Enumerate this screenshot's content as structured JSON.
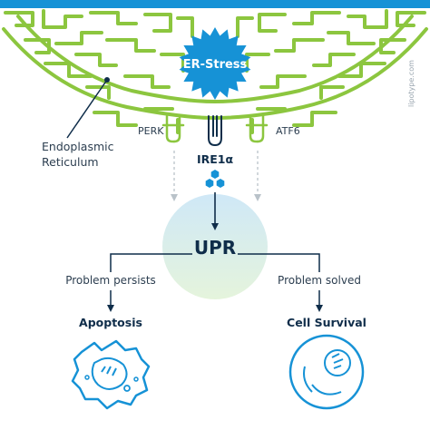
{
  "colors": {
    "primary_blue": "#1692d6",
    "er_green": "#8cc63f",
    "dark_navy": "#0f2d4a",
    "text_dark": "#2c3e50",
    "arrow_gray": "#b9c2c9",
    "upr_top": "#cfe8f7",
    "upr_bottom": "#e5f4dc"
  },
  "labels": {
    "er_stress": "ER-Stress",
    "perk": "PERK",
    "ire1a": "IRE1α",
    "atf6": "ATF6",
    "upr": "UPR",
    "problem_persists": "Problem persists",
    "problem_solved": "Problem solved",
    "apoptosis": "Apoptosis",
    "cell_survival": "Cell Survival",
    "er_line1": "Endoplasmic",
    "er_line2": "Reticulum",
    "watermark": "lipotype.com"
  },
  "icons": [
    "burst-star-icon",
    "receptor-icon",
    "hexagon-cluster-icon",
    "apoptotic-cell-icon",
    "healthy-cell-icon"
  ]
}
